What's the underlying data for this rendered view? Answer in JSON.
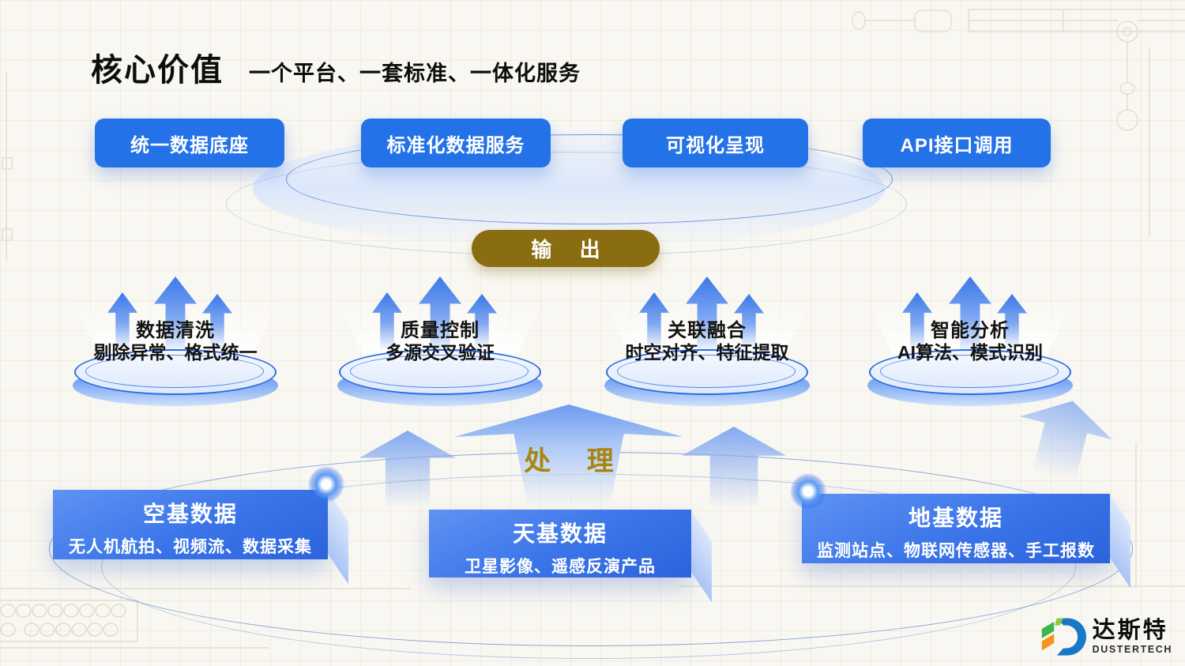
{
  "slide": {
    "title": "核心价值",
    "subtitle": "一个平台、一套标准、一体化服务"
  },
  "outputs": {
    "badge": "输 出",
    "items": [
      {
        "label": "统一数据底座"
      },
      {
        "label": "标准化数据服务"
      },
      {
        "label": "可视化呈现"
      },
      {
        "label": "API接口调用"
      }
    ]
  },
  "processing": {
    "badge": "处 理",
    "stages": [
      {
        "title": "数据清洗",
        "desc": "剔除异常、格式统一"
      },
      {
        "title": "质量控制",
        "desc": "多源交叉验证"
      },
      {
        "title": "关联融合",
        "desc": "时空对齐、特征提取"
      },
      {
        "title": "智能分析",
        "desc": "AI算法、模式识别"
      }
    ]
  },
  "sources": [
    {
      "title": "空基数据",
      "desc": "无人机航拍、视频流、数据采集"
    },
    {
      "title": "天基数据",
      "desc": "卫星影像、遥感反演产品"
    },
    {
      "title": "地基数据",
      "desc": "监测站点、物联网传感器、手工报数"
    }
  ],
  "logo": {
    "name": "达斯特",
    "tagline": "DUSTERTECH"
  },
  "colors": {
    "primary_blue": "#2472e8",
    "dark_gold": "#8a6c11",
    "gold_text": "#a8850e",
    "platform_blue": "#4a85ee",
    "background": "#f9f7f1"
  }
}
